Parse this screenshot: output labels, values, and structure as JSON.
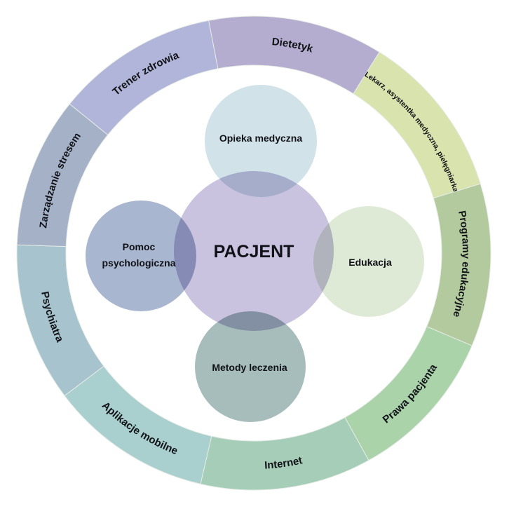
{
  "diagram": {
    "title": "Patient-centered care model",
    "center": {
      "label": "PACJENT",
      "color": "#c9c3df"
    },
    "inner_circles": [
      {
        "id": "opieka-medyczna",
        "lines": [
          "Opieka medyczna"
        ],
        "position": "top",
        "color": "#cde0e8"
      },
      {
        "id": "edukacja",
        "lines": [
          "Edukacja"
        ],
        "position": "right",
        "color": "#dde9d3"
      },
      {
        "id": "metody-leczenia",
        "lines": [
          "Metody leczenia"
        ],
        "position": "bottom",
        "color": "#9fb8b6"
      },
      {
        "id": "pomoc-psychologiczna",
        "lines": [
          "Pomoc",
          "psychologiczna"
        ],
        "position": "left",
        "color": "#a2b0cb"
      }
    ],
    "ring_segments": [
      {
        "id": "dietetyk",
        "label": "Dietetyk",
        "color": "#b5adcf",
        "start_deg": -11,
        "end_deg": 32
      },
      {
        "id": "lekarz",
        "label": "Lekarz, asystentka medyczna, pielęgniarka",
        "color": "#d8e3ae",
        "start_deg": 32,
        "end_deg": 73
      },
      {
        "id": "programy-edukacyjne",
        "label": "Programy edukacyjne",
        "color": "#b3ca9e",
        "start_deg": 73,
        "end_deg": 113
      },
      {
        "id": "prawa-pacjenta",
        "label": "Prawa pacjenta",
        "color": "#aad3aa",
        "start_deg": 113,
        "end_deg": 151
      },
      {
        "id": "internet",
        "label": "Internet",
        "color": "#a6cdb8",
        "start_deg": 151,
        "end_deg": 193
      },
      {
        "id": "aplikacje-mobilne",
        "label": "Aplikacje mobilne",
        "color": "#a9cfcf",
        "start_deg": 193,
        "end_deg": 233
      },
      {
        "id": "psychiatra",
        "label": "Psychiatra",
        "color": "#a7c3cd",
        "start_deg": 233,
        "end_deg": 272
      },
      {
        "id": "zarzadzanie-stresem",
        "label": "Zarządzanie stresem",
        "color": "#a5b1c7",
        "start_deg": 272,
        "end_deg": 309
      },
      {
        "id": "trener-zdrowia",
        "label": "Trener zdrowia",
        "color": "#b1b5d9",
        "start_deg": 309,
        "end_deg": 349
      }
    ]
  }
}
